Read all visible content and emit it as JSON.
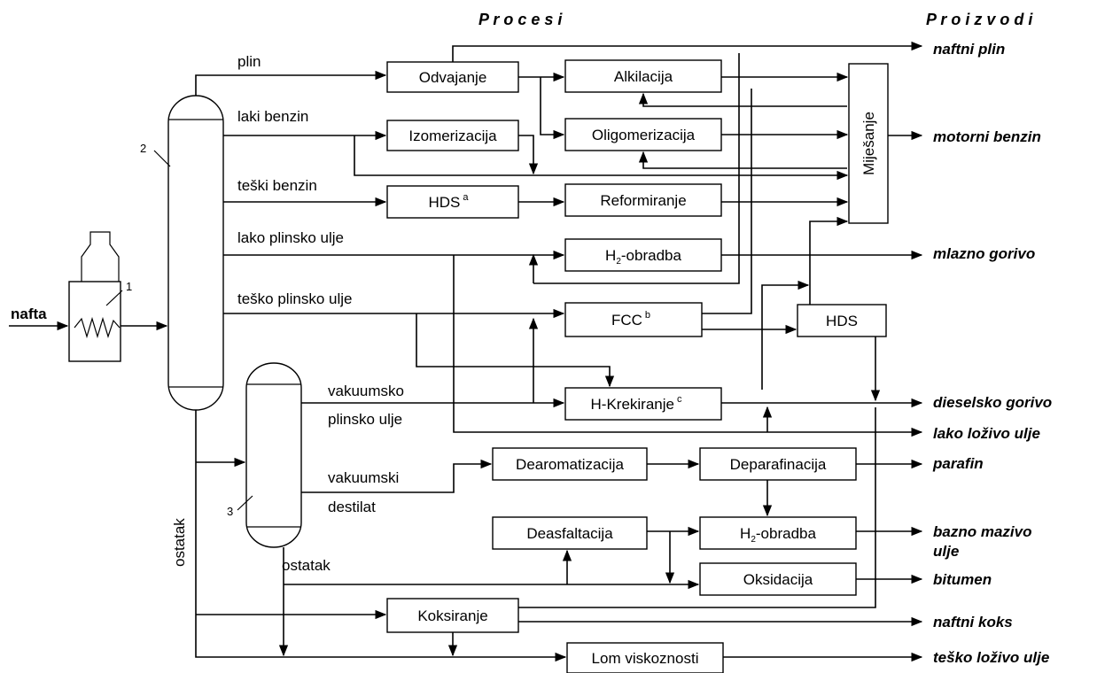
{
  "headers": {
    "processes": "P r o c e s i",
    "products": "P r o i z v o d i"
  },
  "feed": "nafta",
  "unit_numbers": {
    "furnace": "1",
    "column": "2",
    "vacuum_column": "3"
  },
  "streams": {
    "plin": "plin",
    "laki_benzin": "laki  benzin",
    "teski_benzin": "teški  benzin",
    "lako_plinsko_ulje": "lako  plinsko  ulje",
    "tesko_plinsko_ulje": "teško  plinsko  ulje",
    "vakuumsko": "vakuumsko",
    "plinsko_ulje": "plinsko ulje",
    "vakuumski": "vakuumski",
    "destilat": "destilat",
    "ostatak_main": "ostatak",
    "ostatak_vac": "ostatak"
  },
  "processes": {
    "odvajanje": "Odvajanje",
    "alkilacija": "Alkilacija",
    "izomerizacija": "Izomerizacija",
    "oligomerizacija": "Oligomerizacija",
    "hds_a": "HDS",
    "hds_a_sup": "a",
    "reformiranje": "Reformiranje",
    "h2_obradba_1_pre": "H",
    "h2_obradba_1_sub": "2",
    "h2_obradba_1_post": "-obradba",
    "fcc": "FCC",
    "fcc_sup": "b",
    "hds": "HDS",
    "h_krekiranje": "H-Krekiranje",
    "h_krekiranje_sup": "c",
    "dearomatizacija": "Dearomatizacija",
    "deparafinacija": "Deparafinacija",
    "deasfaltacija": "Deasfaltacija",
    "h2_obradba_2_pre": "H",
    "h2_obradba_2_sub": "2",
    "h2_obradba_2_post": "-obradba",
    "oksidacija": "Oksidacija",
    "koksiranje": "Koksiranje",
    "lom_viskoznosti": "Lom viskoznosti",
    "mijesanje": "Miješanje"
  },
  "products": {
    "naftni_plin": "naftni plin",
    "motorni_benzin": "motorni benzin",
    "mlazno_gorivo": "mlazno gorivo",
    "dieselsko_gorivo": "dieselsko gorivo",
    "lako_lozivo_ulje": "lako loživo ulje",
    "parafin": "parafin",
    "bazno_mazivo_ulje_1": "bazno mazivo",
    "bazno_mazivo_ulje_2": "ulje",
    "bitumen": "bitumen",
    "naftni_koks": "naftni koks",
    "tesko_lozivo_ulje": "teško loživo ulje"
  }
}
